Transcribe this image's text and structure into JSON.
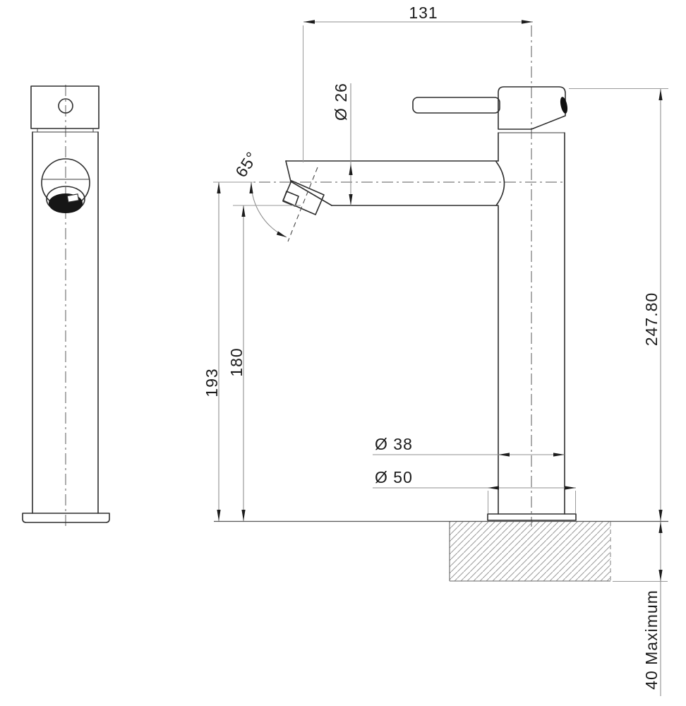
{
  "drawing": {
    "type": "technical-dimension-drawing",
    "subject": "tall basin mixer tap, front view and side view with mounting surface",
    "colors": {
      "background": "#ffffff",
      "part_line": "#2e2e2e",
      "dimension_line": "#8f8f8f",
      "text": "#1c1c1c",
      "hatch": "#9a9a9a"
    },
    "dims": {
      "spout_reach": {
        "label": "131"
      },
      "spout_diameter": {
        "label": "Ø 26"
      },
      "spout_angle": {
        "label": "65°"
      },
      "height_to_spout_centre": {
        "label": "193"
      },
      "height_to_outlet": {
        "label": "180"
      },
      "overall_height": {
        "label": "247.80"
      },
      "body_diameter": {
        "label": "Ø 38"
      },
      "base_diameter": {
        "label": "Ø 50"
      },
      "mounting_thickness": {
        "label": "40 Maximum"
      }
    }
  }
}
